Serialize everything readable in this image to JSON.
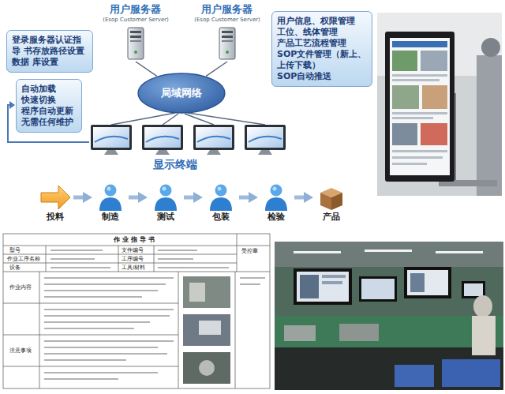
{
  "diagram": {
    "nodes": [
      {
        "text": [
          "用户服务器",
          "(Esop Customer Server)"
        ]
      },
      {
        "text": [
          "用户服务器",
          "(Esop Customer Server)"
        ]
      },
      {
        "text": [
          "登录服务器认证指导 书存放路径设置数据 库设置"
        ]
      },
      {
        "text": [
          "用户信息、权限管理",
          "工位、线体管理",
          "产品工艺流程管理",
          "SOP文件管理（新上、上传下载）",
          "SOP自动推送"
        ]
      },
      {
        "text": [
          "局域网络"
        ]
      },
      {
        "text": [
          "自动加载",
          "快速切换",
          "程序自动更新",
          "无需任何维护"
        ]
      },
      {
        "text": [
          "投料"
        ]
      },
      {
        "text": [
          "制造"
        ]
      },
      {
        "text": [
          "测试"
        ]
      },
      {
        "text": [
          "包装"
        ]
      },
      {
        "text": [
          "检验"
        ]
      },
      {
        "text": [
          "产品"
        ]
      }
    ],
    "edges": [
      {
        "from": 0,
        "to": 4,
        "arrow": "none"
      },
      {
        "from": 1,
        "to": 4,
        "arrow": "none"
      },
      {
        "from": 6,
        "to": 7,
        "arrow": "to"
      },
      {
        "from": 7,
        "to": 8,
        "arrow": "to"
      },
      {
        "from": 8,
        "to": 9,
        "arrow": "to"
      },
      {
        "from": 9,
        "to": 10,
        "arrow": "to"
      },
      {
        "from": 10,
        "to": 11,
        "arrow": "to"
      }
    ],
    "labels": [
      "显示终端",
      "作 业 指 导 书",
      "型号",
      "作业工序名称",
      "设备",
      "文件编号",
      "工序编号",
      "工具/材料",
      "作业内容",
      "注意事项",
      "受控章"
    ]
  }
}
